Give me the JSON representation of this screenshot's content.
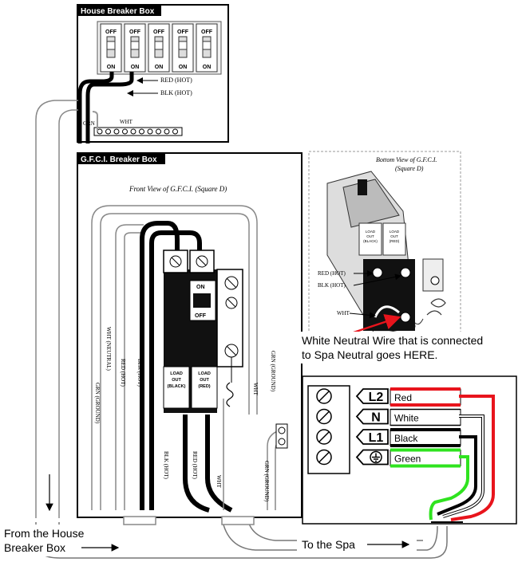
{
  "house_box": {
    "title": "House Breaker Box",
    "off": "OFF",
    "on": "ON",
    "red_hot": "RED (HOT)",
    "blk_hot": "BLK (HOT)",
    "grn": "GRN",
    "wht": "WHT"
  },
  "gfci_box": {
    "title": "G.F.C.I. Breaker Box",
    "front_view": "Front View of G.F.C.I. (Square D)",
    "on": "ON",
    "off": "OFF",
    "load_out_black": [
      "LOAD",
      "OUT",
      "(BLACK)"
    ],
    "load_out_red": [
      "LOAD",
      "OUT",
      "(RED)"
    ],
    "wire_labels": {
      "grn_ground_left": "GRN (GROUND)",
      "wht_neutral": "WHT (NEUTRAL)",
      "red_hot": "RED (HOT)",
      "blk_hot": "BLK (HOT)",
      "wht_right": "WHT",
      "grn_ground_right": "GRN (GROUND)",
      "blk_hot_low": "BLK (HOT)",
      "red_hot_low": "RED (HOT)",
      "wht_low": "WHT",
      "grn_ground_low": "GRN (GROUND)"
    }
  },
  "bottom_view": {
    "title": "Bottom View of G.F.C.I.",
    "subtitle": "(Square D)",
    "red_hot": "RED (HOT)",
    "blk_hot": "BLK (HOT)",
    "wht": "WHT",
    "load_out": [
      "LOAD",
      "OUT"
    ],
    "load_black": "(BLACK)",
    "load_red": "(RED)"
  },
  "annotation": {
    "line1": "White Neutral Wire that is connected",
    "line2": "to Spa Neutral goes HERE."
  },
  "spa_terminal": {
    "rows": [
      {
        "terminal": "L2",
        "label": "Red",
        "color": "#e8141c"
      },
      {
        "terminal": "N",
        "label": "White",
        "color": "#ffffff"
      },
      {
        "terminal": "L1",
        "label": "Black",
        "color": "#000000"
      },
      {
        "terminal": "ground-symbol",
        "label": "Green",
        "color": "#2fe31f"
      }
    ]
  },
  "bottom_labels": {
    "from_line1": "From the House",
    "from_line2": "Breaker Box",
    "to_spa": "To the Spa"
  },
  "icons": [
    "ground-icon",
    "screw-icon",
    "arrow-right-icon",
    "arrow-down-icon"
  ]
}
